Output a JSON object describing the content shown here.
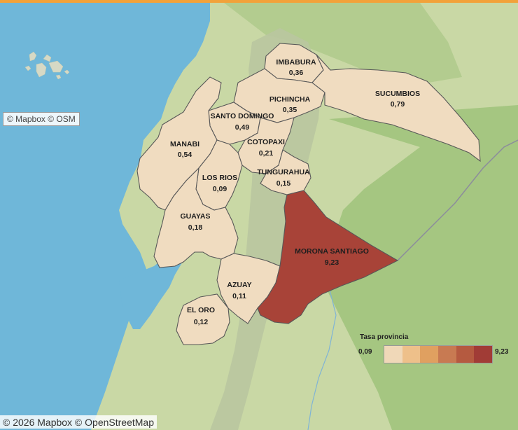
{
  "colors": {
    "ocean": "#6fb7d9",
    "land": "#c9d8a5",
    "forest": "#9cc278",
    "mountain": "#b9c6a0",
    "province_fill": "#f0dcc0",
    "province_stroke": "#585858",
    "highlight_fill": "#a84338",
    "accent": "#f2a23a"
  },
  "provinces": [
    {
      "name": "IMBABURA",
      "value": "0,36"
    },
    {
      "name": "PICHINCHA",
      "value": "0,35"
    },
    {
      "name": "SUCUMBIOS",
      "value": "0,79"
    },
    {
      "name": "SANTO DOMINGO",
      "value": "0,49"
    },
    {
      "name": "MANABI",
      "value": "0,54"
    },
    {
      "name": "COTOPAXI",
      "value": "0,21"
    },
    {
      "name": "TUNGURAHUA",
      "value": "0,15"
    },
    {
      "name": "LOS RIOS",
      "value": "0,09"
    },
    {
      "name": "GUAYAS",
      "value": "0,18"
    },
    {
      "name": "MORONA SANTIAGO",
      "value": "9,23"
    },
    {
      "name": "AZUAY",
      "value": "0,11"
    },
    {
      "name": "EL ORO",
      "value": "0,12"
    }
  ],
  "legend": {
    "title": "Tasa  provincia",
    "min": "0,09",
    "max": "9,23",
    "swatches": [
      "#f0d8b8",
      "#eec08a",
      "#e0a060",
      "#c87a52",
      "#b55a40",
      "#a13c36"
    ]
  },
  "attribution": {
    "small": "© Mapbox © OSM",
    "bottom": "© 2026 Mapbox © OpenStreetMap"
  }
}
